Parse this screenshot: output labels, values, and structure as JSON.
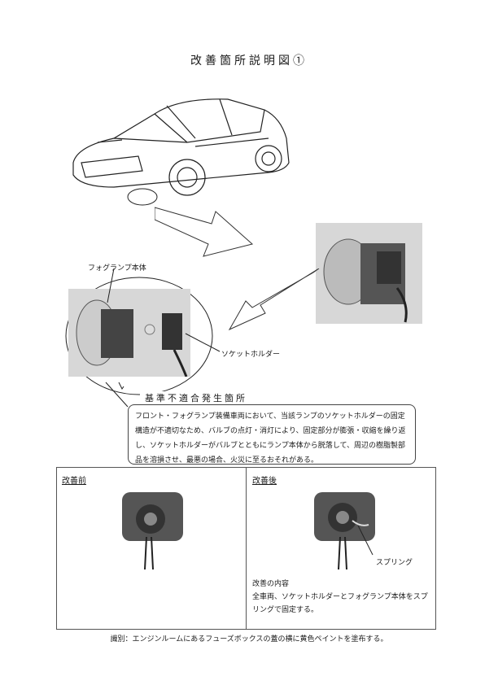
{
  "title": "改善箇所説明図①",
  "labels": {
    "fog_lamp_body": "フォグランプ本体",
    "socket_holder": "ソケットホルダー",
    "spring": "スプリング"
  },
  "nonconformity": {
    "heading": "基準不適合発生箇所",
    "description": "フロント・フォグランプ装備車両において、当該ランプのソケットホルダーの固定構造が不適切なため、バルブの点灯・消灯により、固定部分が膨張・収縮を繰り返し、ソケットホルダーがバルブとともにランプ本体から脱落して、周辺の樹脂製部品を溶損させ、最悪の場合、火災に至るおそれがある。"
  },
  "before": {
    "title": "改善前"
  },
  "after": {
    "title": "改善後",
    "content_heading": "改善の内容",
    "content_text": "全車両、ソケットホルダーとフォグランプ本体をスプリングで固定する。"
  },
  "footer": "識別：エンジンルームにあるフューズボックスの蓋の横に黄色ペイントを塗布する。"
}
